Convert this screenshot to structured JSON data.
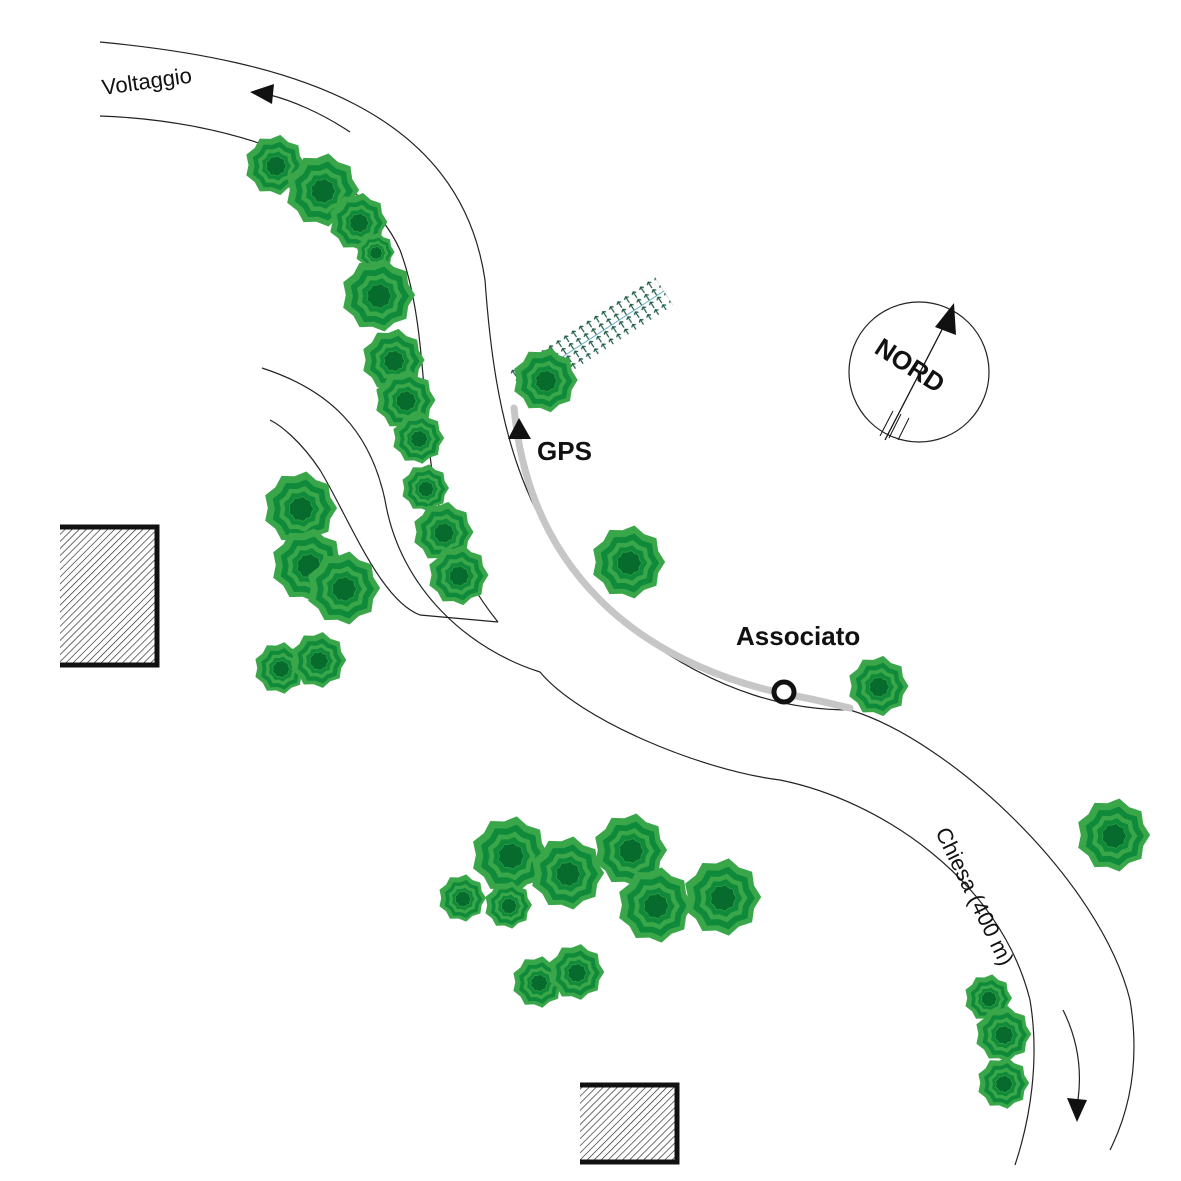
{
  "labels": {
    "voltaggio": "Voltaggio",
    "chiesa": "Chiesa (400 m)",
    "gps": "GPS",
    "associato": "Associato",
    "nord": "NORD"
  },
  "colors": {
    "tree_outer": "#3aa64a",
    "tree_mid": "#0f8a3a",
    "tree_inner": "#066b2c",
    "route": "#c6c6c6",
    "road_line": "#222222",
    "building_border": "#111111",
    "crop_row": "#1d5a45",
    "crop_line": "#6fb0c8"
  },
  "icons": {
    "north": "compass-north-icon",
    "gps": "triangle-marker-icon",
    "associato": "ring-marker-icon",
    "tree": "tree-icon",
    "building": "hatched-building-icon"
  }
}
